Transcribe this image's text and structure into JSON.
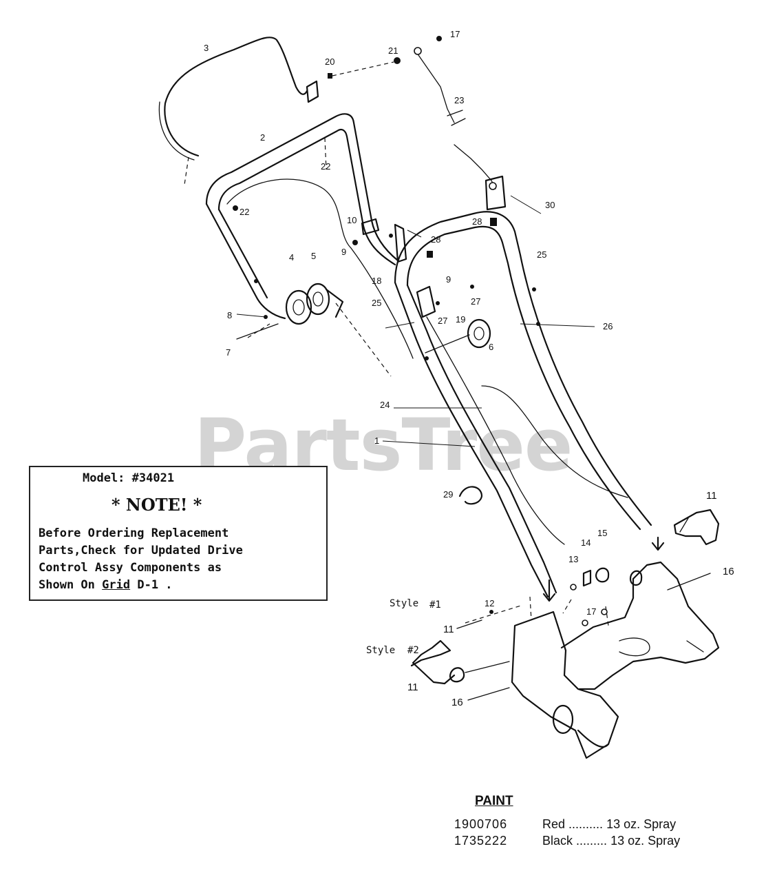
{
  "watermark": "PartsTree",
  "part_labels": {
    "p1": "1",
    "p2": "2",
    "p3": "3",
    "p4": "4",
    "p5": "5",
    "p6": "6",
    "p7": "7",
    "p8": "8",
    "p9a": "9",
    "p9b": "9",
    "p10": "10",
    "p11a": "11",
    "p11b": "11",
    "p11c": "11",
    "p12": "12",
    "p13": "13",
    "p14": "14",
    "p15": "15",
    "p16a": "16",
    "p16b": "16",
    "p17a": "17",
    "p17b": "17",
    "p18": "18",
    "p19": "19",
    "p20": "20",
    "p21": "21",
    "p22a": "22",
    "p22b": "22",
    "p23": "23",
    "p24": "24",
    "p25a": "25",
    "p25b": "25",
    "p26": "26",
    "p27a": "27",
    "p27b": "27",
    "p28a": "28",
    "p28b": "28",
    "p29": "29",
    "p30": "30"
  },
  "styles": {
    "style1": "Style",
    "style1_num": "#1",
    "style2": "Style",
    "style2_num": "#2"
  },
  "note": {
    "model": "Model: #34021",
    "title": "* NOTE! *",
    "body_1": "Before Ordering Replacement",
    "body_2": "Parts,Check for Updated Drive",
    "body_3": "Control Assy Components as",
    "body_4_prefix": "Shown On",
    "body_4_grid": "Grid",
    "body_4_ref": "D-1 ."
  },
  "paint": {
    "title": "PAINT",
    "rows": [
      {
        "number": "1900706",
        "color": "Red",
        "dots": "..........",
        "desc": "13 oz. Spray"
      },
      {
        "number": "1735222",
        "color": "Black",
        "dots": ".........",
        "desc": "13 oz. Spray"
      }
    ]
  }
}
